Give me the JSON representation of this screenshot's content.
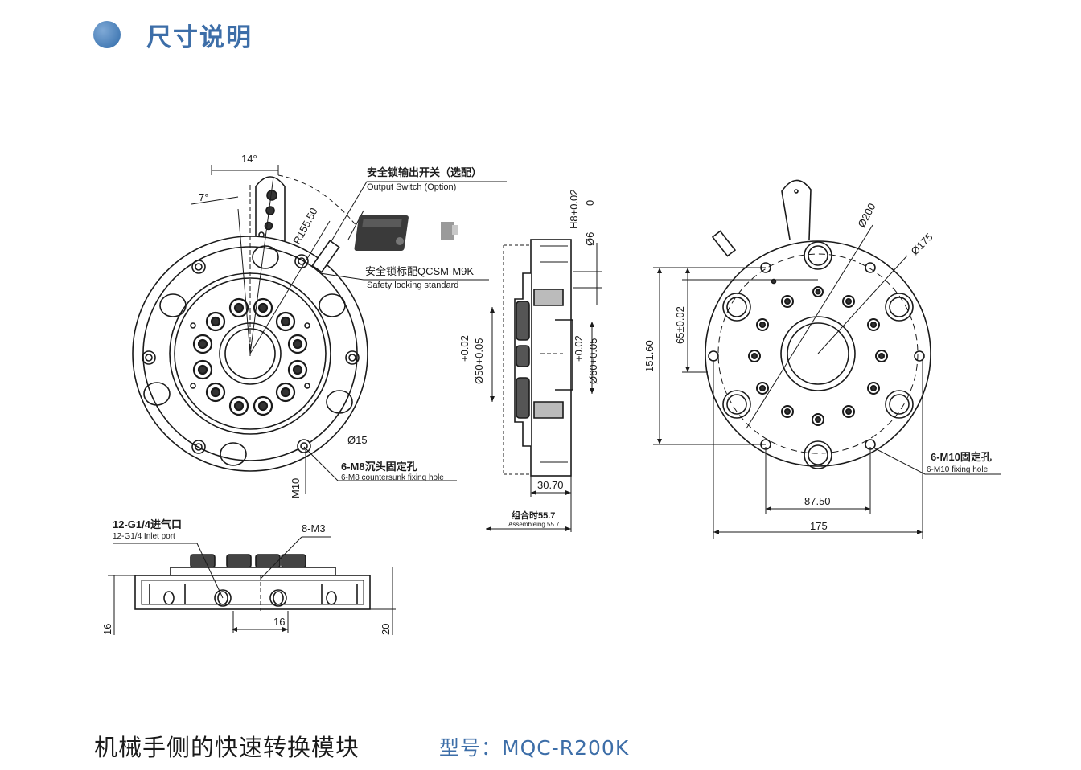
{
  "header": {
    "title": "尺寸说明",
    "accent_color": "#3d6ea8",
    "bullet_icon": "blue-dot-icon"
  },
  "callouts": {
    "switch_cn": "安全锁输出开关（选配）",
    "switch_en": "Output Switch (Option)",
    "lock_cn": "安全锁标配QCSM-M9K",
    "lock_en": "Safety locking standard",
    "m8_cn": "6-M8沉头固定孔",
    "m8_en": "6-M8 countersunk fixing hole",
    "m10_cn": "6-M10固定孔",
    "m10_en": "6-M10 fixing hole",
    "inlet_cn": "12-G1/4进气口",
    "inlet_en": "12-G1/4 Inlet port",
    "m3": "8-M3",
    "assembly_cn": "组合时55.7",
    "assembly_en": "Assembleing 55.7"
  },
  "dimensions": {
    "angle14": "14°",
    "angle7": "7°",
    "r155": "R155.50",
    "d15": "Ø15",
    "m10": "M10",
    "h8": "H8+0.02",
    "h8b": "0",
    "d6": "Ø6",
    "d50a": "+0.02",
    "d50b": "Ø50+0.05",
    "d60a": "+0.02",
    "d60b": "Ø60+0.05",
    "w3070": "30.70",
    "d200": "Ø200",
    "d175": "Ø175",
    "h15160": "151.60",
    "h65": "65±0.02",
    "w8750": "87.50",
    "w175": "175",
    "s16a": "16",
    "s16b": "16",
    "s20": "20"
  },
  "footer": {
    "caption": "机械手侧的快速转换模块",
    "model": "型号：MQC-R200K"
  }
}
